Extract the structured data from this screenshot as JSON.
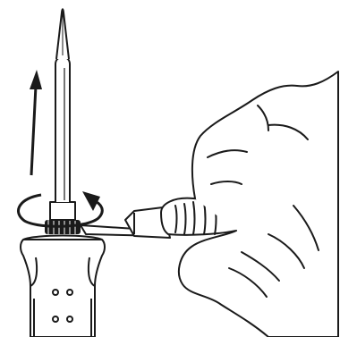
{
  "colors": {
    "line": "#1a1a1a",
    "fill": "#ffffff",
    "dark": "#1a1a1a"
  },
  "icons": {
    "tool_tip": "soldering-tip",
    "tool_barrel": "tip-barrel",
    "tool_nut": "threaded-nut",
    "tool_handle": "handle-grip",
    "hand": "hand-with-wrench",
    "wrench": "wrench",
    "arrow_up": "pull-up-arrow",
    "arrow_rotate": "rotate-arrow"
  }
}
